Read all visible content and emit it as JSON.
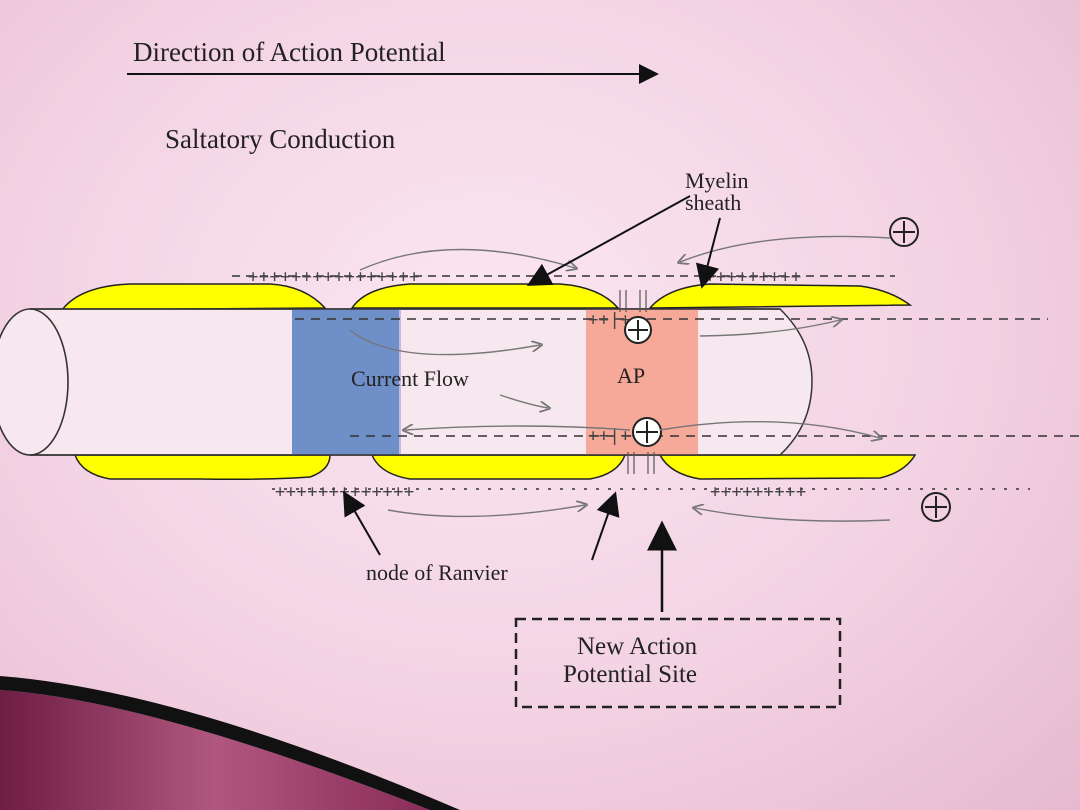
{
  "diagram": {
    "direction_label": "Direction of Action Potential",
    "subtitle": "Saltatory Conduction",
    "myelin_label_line1": "Myelin",
    "myelin_label_line2": "sheath",
    "current_flow_label": "Current Flow",
    "ap_label": "AP",
    "node_label": "node of Ranvier",
    "new_site_line1": "New Action",
    "new_site_line2": "Potential Site",
    "top_signs_left": "++++++++++++++++",
    "top_signs_right": "+++++++++",
    "bottom_signs_left": "+++++++++++++",
    "bottom_signs_right": "+++++++++",
    "inner_top_signs": "++|+",
    "inner_bottom_signs": "++|++"
  },
  "colors": {
    "myelin": "#ffff00",
    "axon_fill": "#f7e8ef",
    "resting_segment": "#6f8fc8",
    "ap_segment": "#f5a494",
    "accent_stripe": "#7a1f4a"
  }
}
